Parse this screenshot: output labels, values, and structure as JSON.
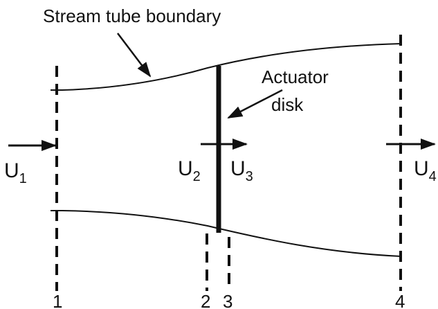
{
  "diagram": {
    "title_label": "Stream tube boundary",
    "actuator_label_line1": "Actuator",
    "actuator_label_line2": "disk",
    "velocities": [
      {
        "symbol": "U",
        "subscript": "1"
      },
      {
        "symbol": "U",
        "subscript": "2"
      },
      {
        "symbol": "U",
        "subscript": "3"
      },
      {
        "symbol": "U",
        "subscript": "4"
      }
    ],
    "stations": [
      "1",
      "2",
      "3",
      "4"
    ]
  }
}
